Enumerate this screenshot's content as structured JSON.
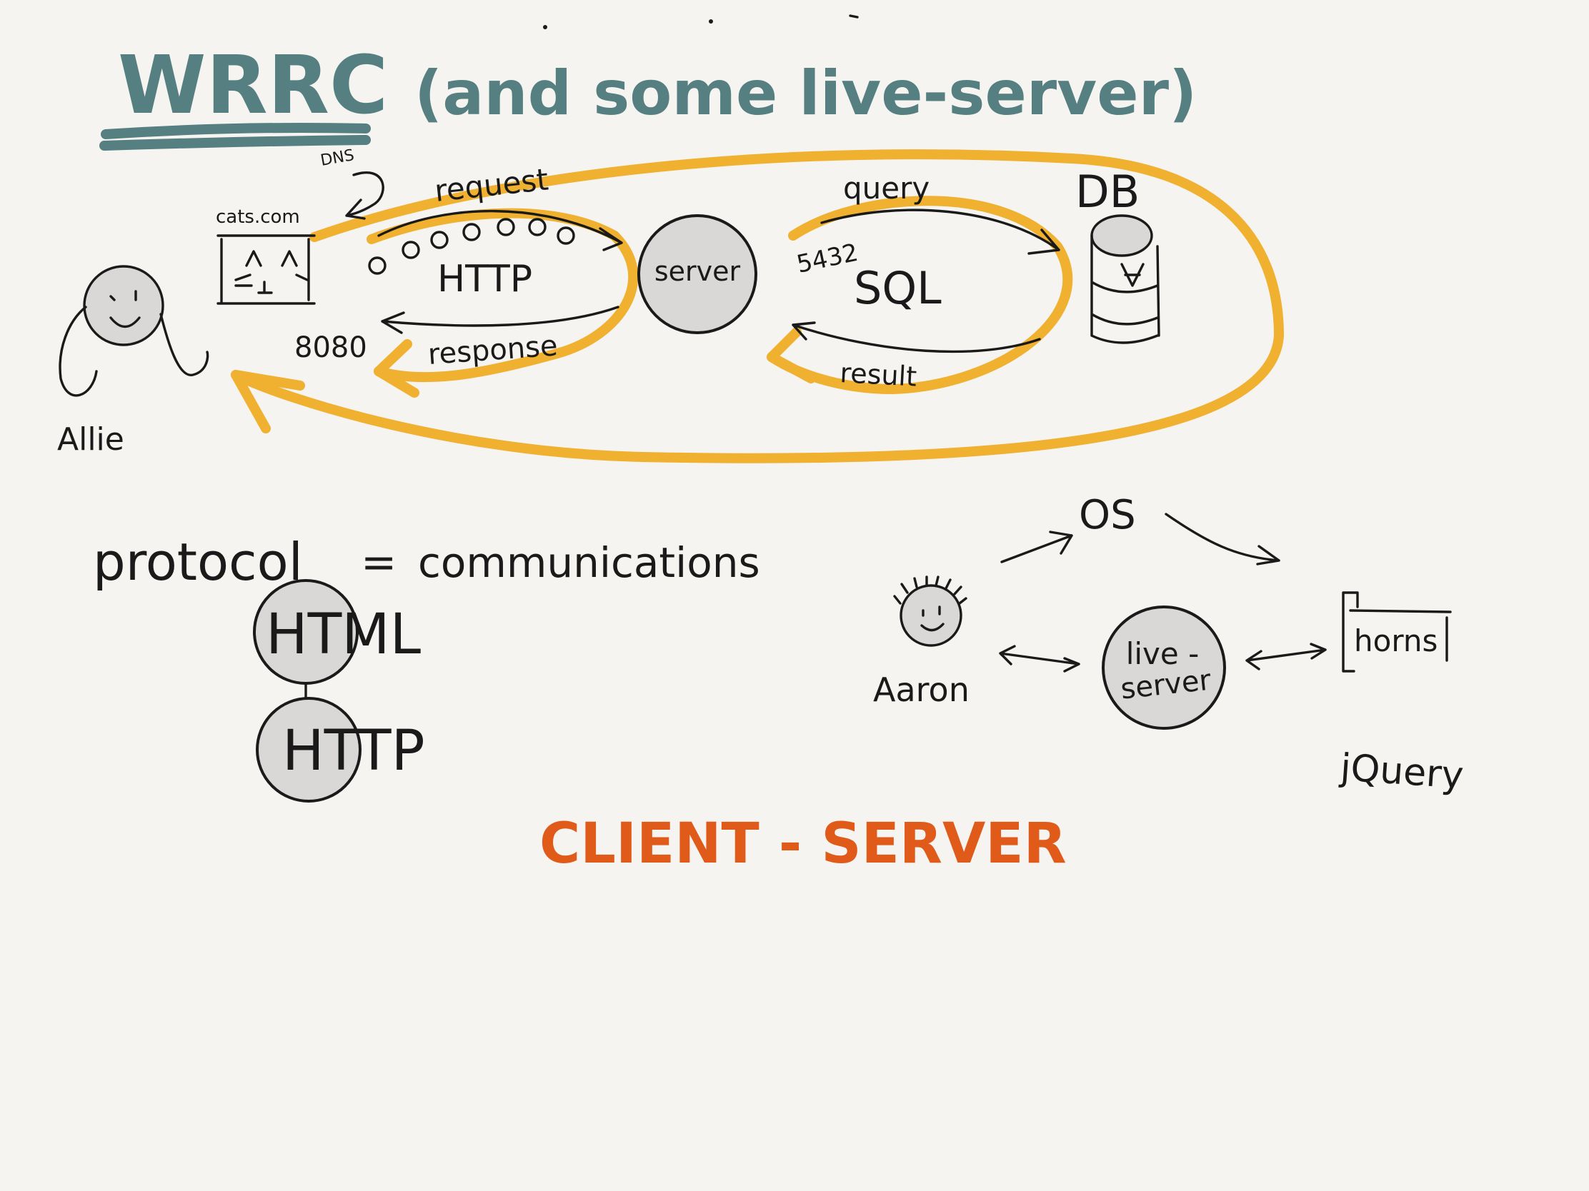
{
  "title": {
    "main": "WRRC",
    "subtitle": "(and some live-server)",
    "color": "#557f80"
  },
  "top_diagram": {
    "dns_label": "DNS",
    "website_label": "cats.com",
    "user_label": "Allie",
    "request_label": "request",
    "protocol_label": "HTTP",
    "port_label": "8080",
    "response_label": "response",
    "server_label": "server",
    "query_label": "query",
    "db_port_label": "5432",
    "db_protocol_label": "SQL",
    "result_label": "result",
    "db_label": "DB",
    "loop_color": "#f0b030"
  },
  "protocol_section": {
    "word": "protocol",
    "equals": "=",
    "definition": "communications",
    "nodes": [
      "HTML",
      "HTTP"
    ]
  },
  "live_server_diagram": {
    "user_label": "Aaron",
    "os_label": "OS",
    "node_label_line1": "live -",
    "node_label_line2": "server",
    "page_label": "horns",
    "library_label": "jQuery"
  },
  "tagline": {
    "text": "CLIENT - SERVER",
    "color": "#e05a1a"
  }
}
